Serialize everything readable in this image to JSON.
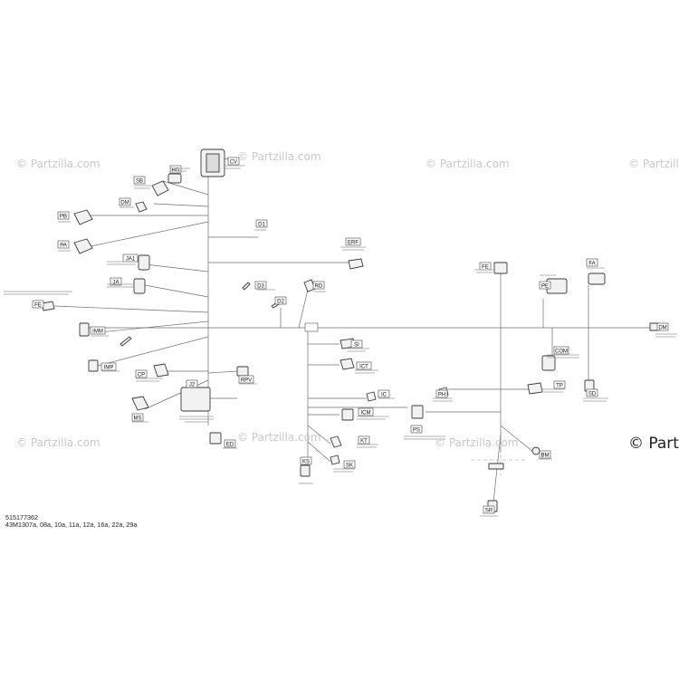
{
  "watermark": {
    "text": "© Partzilla.com",
    "edge_text": "© Partz"
  },
  "footer": {
    "part_number": "515177362",
    "model_line": "43M1307a, 08a, 10a, 11a, 12a, 16a, 22a, 29a"
  },
  "connectors": {
    "CV": "CV",
    "SB": "SB",
    "HG": "HG",
    "DM": "DM",
    "PB": "PB",
    "PA": "PA",
    "D1": "D1",
    "ERF": "ERF",
    "JA1": "JA1",
    "JA": "JA",
    "D3": "D3",
    "FE": "FE",
    "D2": "D2",
    "RD": "RD",
    "IMM": "IMM",
    "SI": "SI",
    "IMP": "IMP",
    "CP": "CP",
    "ICT": "ICT",
    "RPV": "RPV",
    "J2": "J2",
    "IC": "IC",
    "ED": "ED",
    "MS": "MS",
    "ICM": "ICM",
    "KT": "KT",
    "KS": "KS",
    "PS": "PS",
    "FE2": "FE",
    "FA": "FA",
    "PE": "PE",
    "COM": "COM",
    "DM2": "DM",
    "PH": "PH",
    "SD": "SD",
    "SR": "SR",
    "TP": "TP",
    "BM": "BM",
    "SK": "SK"
  }
}
